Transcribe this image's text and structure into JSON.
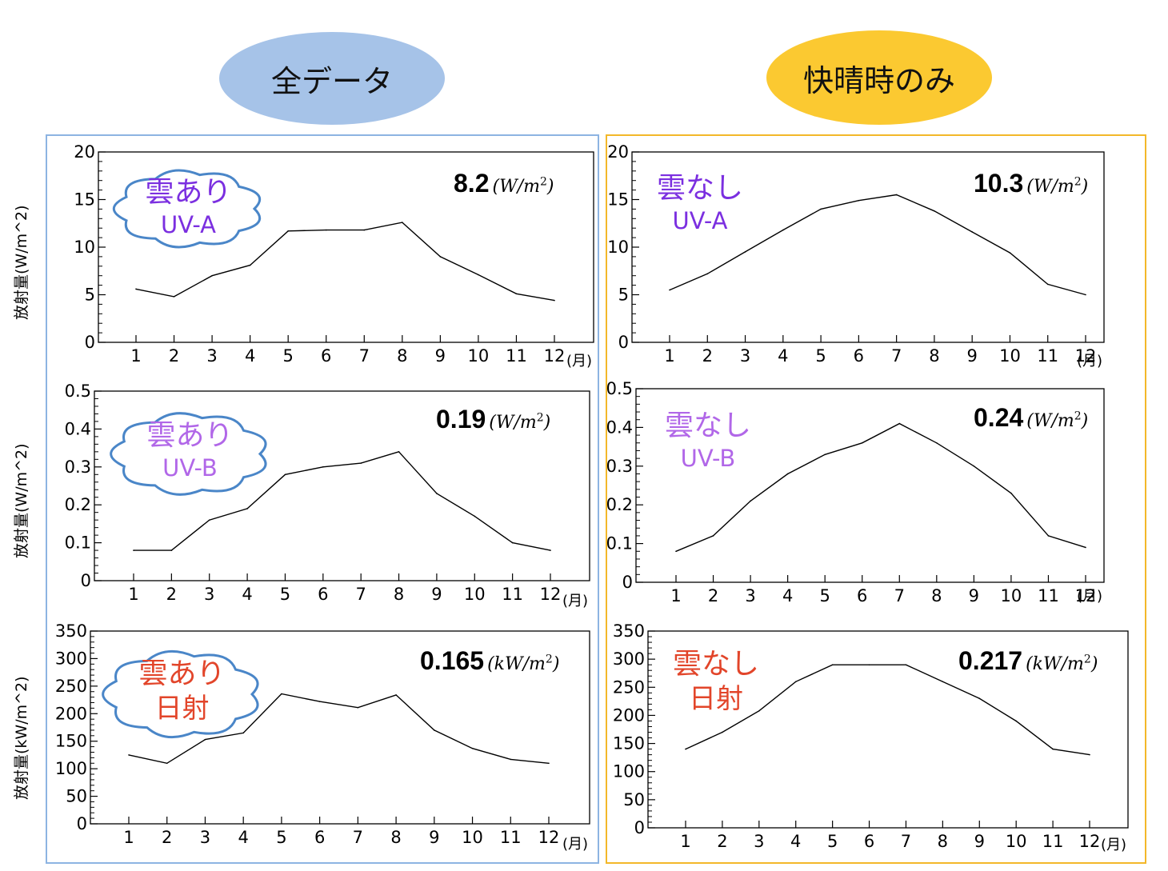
{
  "headers": {
    "all_data": "全データ",
    "clear_sky_only": "快晴時のみ"
  },
  "month_unit": "(月)",
  "colors": {
    "left_pill": "#a6c3e8",
    "right_pill": "#fbc931",
    "left_box": "#8db4e2",
    "right_box": "#f3b82a",
    "uva": "#7b2fe0",
    "uvb": "#b167e8",
    "solar": "#e2452a",
    "cloud": "#4a86c8"
  },
  "chart_data": [
    {
      "id": "uva_all",
      "type": "line",
      "x": [
        1,
        2,
        3,
        4,
        5,
        6,
        7,
        8,
        9,
        10,
        11,
        12
      ],
      "y": [
        5.6,
        4.8,
        7.0,
        8.1,
        11.7,
        11.8,
        11.8,
        12.6,
        9.0,
        7.1,
        5.1,
        4.4
      ],
      "ylim": [
        0,
        20
      ],
      "yticks": [
        "0",
        "5",
        "10",
        "15",
        "20"
      ],
      "ylabel": "放射量(W/m^2)",
      "value": "8.2",
      "unit": "W/m",
      "badge": {
        "line1": "雲あり",
        "line2": "UV-A",
        "cloud": true
      }
    },
    {
      "id": "uva_clear",
      "type": "line",
      "x": [
        1,
        2,
        3,
        4,
        5,
        6,
        7,
        8,
        9,
        10,
        11,
        12
      ],
      "y": [
        5.5,
        7.2,
        9.5,
        11.8,
        14.0,
        14.9,
        15.5,
        13.8,
        11.6,
        9.4,
        6.1,
        5.0
      ],
      "ylim": [
        0,
        20
      ],
      "yticks": [
        "0",
        "5",
        "10",
        "15",
        "20"
      ],
      "ylabel": "",
      "value": "10.3",
      "unit": "W/m",
      "badge": {
        "line1": "雲なし",
        "line2": "UV-A",
        "cloud": false
      }
    },
    {
      "id": "uvb_all",
      "type": "line",
      "x": [
        1,
        2,
        3,
        4,
        5,
        6,
        7,
        8,
        9,
        10,
        11,
        12
      ],
      "y": [
        0.08,
        0.08,
        0.16,
        0.19,
        0.28,
        0.3,
        0.31,
        0.34,
        0.23,
        0.17,
        0.1,
        0.08
      ],
      "ylim": [
        0,
        0.5
      ],
      "yticks": [
        "0",
        "0.1",
        "0.2",
        "0.3",
        "0.4",
        "0.5"
      ],
      "ylabel": "放射量(W/m^2)",
      "value": "0.19",
      "unit": "W/m",
      "badge": {
        "line1": "雲あり",
        "line2": "UV-B",
        "cloud": true
      }
    },
    {
      "id": "uvb_clear",
      "type": "line",
      "x": [
        1,
        2,
        3,
        4,
        5,
        6,
        7,
        8,
        9,
        10,
        11,
        12
      ],
      "y": [
        0.08,
        0.12,
        0.21,
        0.28,
        0.33,
        0.36,
        0.41,
        0.36,
        0.3,
        0.23,
        0.12,
        0.09
      ],
      "ylim": [
        0,
        0.5
      ],
      "yticks": [
        "0",
        "0.1",
        "0.2",
        "0.3",
        "0.4",
        "0.5"
      ],
      "ylabel": "",
      "value": "0.24",
      "unit": "W/m",
      "badge": {
        "line1": "雲なし",
        "line2": "UV-B",
        "cloud": false
      }
    },
    {
      "id": "solar_all",
      "type": "line",
      "x": [
        1,
        2,
        3,
        4,
        5,
        6,
        7,
        8,
        9,
        10,
        11,
        12
      ],
      "y": [
        125,
        110,
        153,
        165,
        236,
        222,
        211,
        234,
        170,
        137,
        117,
        110
      ],
      "ylim": [
        0,
        350
      ],
      "yticks": [
        "0",
        "50",
        "100",
        "150",
        "200",
        "250",
        "300",
        "350"
      ],
      "ylabel": "放射量(kW/m^2)",
      "value": "0.165",
      "unit": "kW/m",
      "badge": {
        "line1": "雲あり",
        "line2": "日射",
        "cloud": true
      }
    },
    {
      "id": "solar_clear",
      "type": "line",
      "x": [
        1,
        2,
        3,
        4,
        5,
        6,
        7,
        8,
        9,
        10,
        11,
        12
      ],
      "y": [
        140,
        170,
        208,
        260,
        290,
        290,
        290,
        260,
        230,
        190,
        140,
        130
      ],
      "ylim": [
        0,
        350
      ],
      "yticks": [
        "0",
        "50",
        "100",
        "150",
        "200",
        "250",
        "300",
        "350"
      ],
      "ylabel": "",
      "value": "0.217",
      "unit": "kW/m",
      "badge": {
        "line1": "雲なし",
        "line2": "日射",
        "cloud": false
      }
    }
  ]
}
